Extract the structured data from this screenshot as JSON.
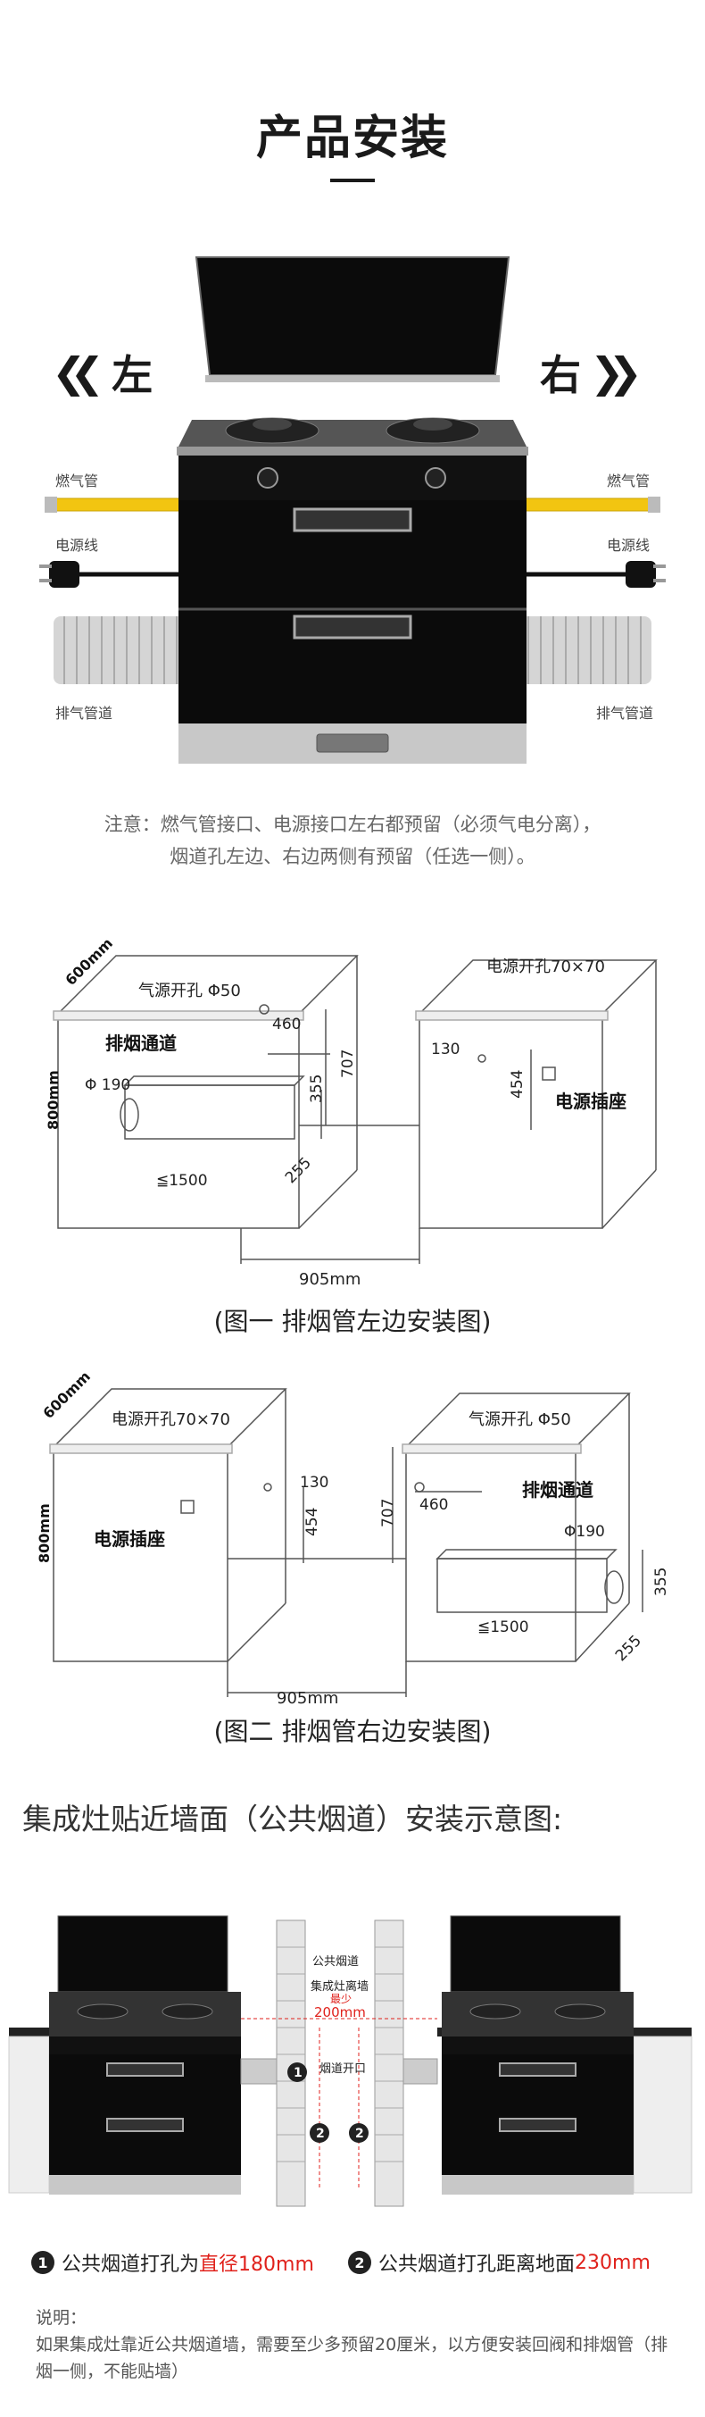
{
  "header": {
    "title": "产品安装"
  },
  "install": {
    "left_label": "左",
    "right_label": "右",
    "gas_pipe": "燃气管",
    "power_cord": "电源线",
    "exhaust_duct": "排气管道"
  },
  "note": {
    "line1": "注意：燃气管接口、电源接口左右都预留（必须气电分离），",
    "line2": "烟道孔左边、右边两侧有预留（任选一侧）。"
  },
  "diagram1": {
    "gas_hole": "气源开孔 Φ50",
    "power_hole": "电源开孔70×70",
    "smoke_channel": "排烟通道",
    "socket": "电源插座",
    "dim_600": "600mm",
    "dim_800": "800mm",
    "dim_460": "460",
    "dim_707": "707",
    "dim_190": "Φ 190",
    "dim_355": "355",
    "dim_255": "255",
    "dim_1500": "≦1500",
    "dim_130": "130",
    "dim_454": "454",
    "dim_905": "905mm",
    "caption": "(图一 排烟管左边安装图)"
  },
  "diagram2": {
    "gas_hole": "气源开孔 Φ50",
    "power_hole": "电源开孔70×70",
    "smoke_channel": "排烟通道",
    "socket": "电源插座",
    "dim_600": "600mm",
    "dim_800": "800mm",
    "dim_460": "460",
    "dim_707": "707",
    "dim_190": "Φ190",
    "dim_355": "355",
    "dim_255": "255",
    "dim_1500": "≦1500",
    "dim_130": "130",
    "dim_454": "454",
    "dim_905": "905mm",
    "caption": "(图二 排烟管右边安装图)"
  },
  "public_flue": {
    "title": "集成灶贴近墙面（公共烟道）安装示意图:",
    "flue_label": "公共烟道",
    "distance_label": "集成灶离墙",
    "min_label": "最少",
    "min_value": "200mm",
    "opening_label": "烟道开口",
    "legend1_prefix": "公共烟道打孔为",
    "legend1_value": "直径180mm",
    "legend2_prefix": "公共烟道打孔距离地面",
    "legend2_value": "230mm",
    "n1": "1",
    "n2": "2"
  },
  "explain": {
    "heading": "说明：",
    "body": "如果集成灶靠近公共烟道墙，需要至少多预留20厘米，以方便安装回阀和排烟管（排烟一侧，不能贴墙）"
  },
  "colors": {
    "accent_red": "#e0221c",
    "gas_yellow": "#f2c511",
    "panel_black": "#0b0b0b"
  }
}
